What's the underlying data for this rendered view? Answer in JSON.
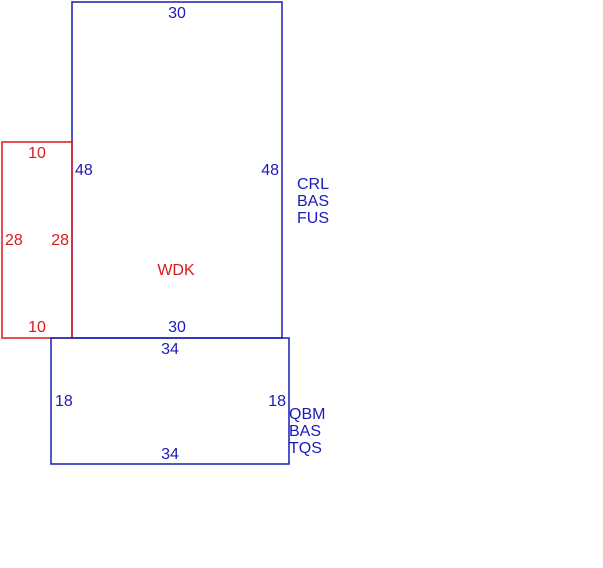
{
  "colors": {
    "blue": "#1a1ab8",
    "red": "#d91a1a"
  },
  "large_block": {
    "top": "30",
    "bottom": "30",
    "left": "48",
    "right": "48",
    "labels": [
      "CRL",
      "BAS",
      "FUS"
    ]
  },
  "small_block": {
    "top": "10",
    "bottom": "10",
    "left": "28",
    "right": "28",
    "label": "WDK"
  },
  "lower_block": {
    "top": "34",
    "bottom": "34",
    "left": "18",
    "right": "18",
    "labels": [
      "QBM",
      "BAS",
      "TQS"
    ]
  }
}
